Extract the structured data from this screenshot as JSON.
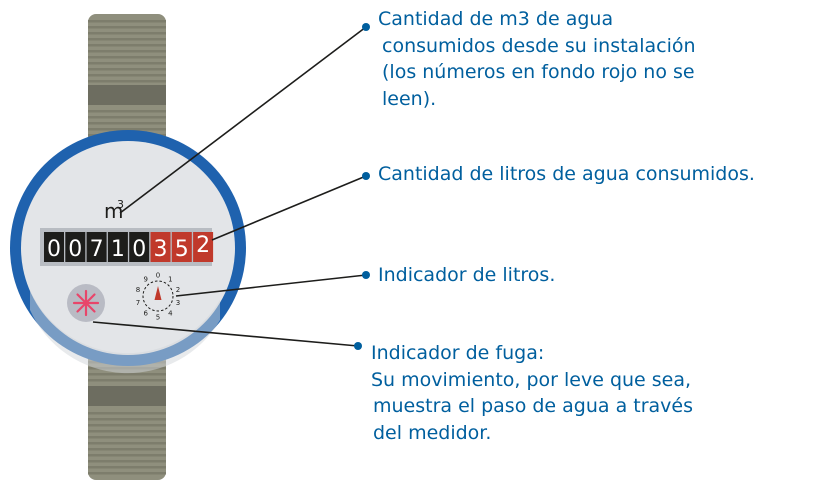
{
  "meter": {
    "unit_label": "m",
    "unit_exponent": "3",
    "black_digits": [
      "0",
      "0",
      "7",
      "1",
      "0"
    ],
    "red_digits": [
      "3",
      "5",
      "2"
    ],
    "dial_numbers": [
      "0",
      "1",
      "2",
      "3",
      "4",
      "5",
      "6",
      "7",
      "8",
      "9"
    ]
  },
  "callouts": {
    "m3_lines": [
      "Cantidad de m3 de agua",
      "consumidos desde su instalación",
      "(los números en fondo rojo no se",
      "leen)."
    ],
    "liters_text": "Cantidad de litros de agua consumidos.",
    "indicator_text": "Indicador de litros.",
    "leak_lines": [
      "Indicador de fuga:",
      "Su movimiento, por leve que sea,",
      "muestra el paso de agua a través",
      "del medidor."
    ]
  },
  "icons": {
    "leak_indicator": "asterisk-star-icon",
    "liter_dial": "dial-arrow-icon"
  },
  "colors": {
    "ring_blue": "#1f62ae",
    "face": "#e3e5e8",
    "pipe": "#8f8f7d",
    "pipe_dark": "#6d6d60",
    "digit_black": "#1d1d1b",
    "digit_red": "#c0392b",
    "leak_star": "#e8456a",
    "text_blue": "#005f9e",
    "line": "#1d1d1b"
  }
}
